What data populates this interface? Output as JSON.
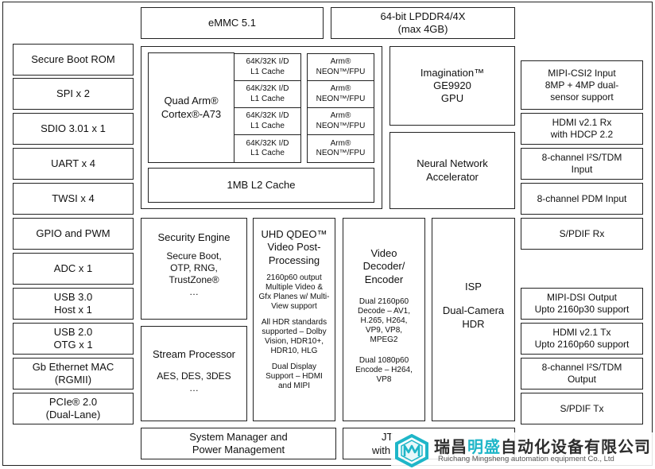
{
  "memory": {
    "emmc": "eMMC 5.1",
    "ddr": "64-bit LPDDR4/4X\n(max 4GB)"
  },
  "left_column": [
    "Secure Boot ROM",
    "SPI x 2",
    "SDIO 3.01 x 1",
    "UART x 4",
    "TWSI x 4",
    "GPIO and PWM",
    "ADC x 1",
    "USB 3.0\nHost x 1",
    "USB 2.0\nOTG x 1",
    "Gb Ethernet MAC\n(RGMII)",
    "PCIe® 2.0\n(Dual-Lane)"
  ],
  "cpu": {
    "label": "Quad Arm®\nCortex®-A73",
    "cache": [
      "64K/32K I/D\nL1 Cache",
      "64K/32K I/D\nL1 Cache",
      "64K/32K I/D\nL1 Cache",
      "64K/32K I/D\nL1 Cache"
    ],
    "neon": [
      "Arm®\nNEON™/FPU",
      "Arm®\nNEON™/FPU",
      "Arm®\nNEON™/FPU",
      "Arm®\nNEON™/FPU"
    ],
    "l2": "1MB L2 Cache"
  },
  "gpu": "Imagination™\nGE9920\nGPU",
  "npu": "Neural Network\nAccelerator",
  "right_column": [
    "MIPI-CSI2 Input\n8MP + 4MP dual-\nsensor support",
    "HDMI v2.1 Rx\nwith HDCP 2.2",
    "8-channel I²S/TDM\nInput",
    "8-channel PDM Input",
    "S/PDIF Rx",
    "MIPI-DSI Output\nUpto 2160p30 support",
    "HDMI v2.1 Tx\nUpto 2160p60 support",
    "8-channel I²S/TDM\nOutput",
    "S/PDIF Tx"
  ],
  "security": {
    "title": "Security Engine",
    "body": "Secure Boot,\nOTP, RNG,\nTrustZone®\n…"
  },
  "stream": {
    "title": "Stream Processor",
    "body": "AES, DES, 3DES\n…"
  },
  "qdeo": {
    "title": "UHD QDEO™\nVideo Post-\nProcessing",
    "p1": "2160p60 output\nMultiple Video &\nGfx Planes w/ Multi-\nView support",
    "p2": "All HDR standards\nsupported – Dolby\nVision, HDR10+,\nHDR10, HLG",
    "p3": "Dual Display\nSupport – HDMI\nand MIPI"
  },
  "video": {
    "title": "Video\nDecoder/\nEncoder",
    "p1": "Dual 2160p60\nDecode – AV1,\nH.265, H264,\nVP9, VP8,\nMPEG2",
    "p2": "Dual 1080p60\nEncode – H264,\nVP8"
  },
  "isp": {
    "title": "ISP",
    "body": "Dual-Camera\nHDR"
  },
  "system": "System Manager and\nPower Management",
  "jtag_partial": {
    "line1": "JT",
    "line2": "with"
  },
  "watermark": {
    "name_a": "瑞昌",
    "name_b": "明盛",
    "name_c": "自动化设备有限公司",
    "sub": "Ruichang Mingsheng automation equipment Co., Ltd"
  }
}
